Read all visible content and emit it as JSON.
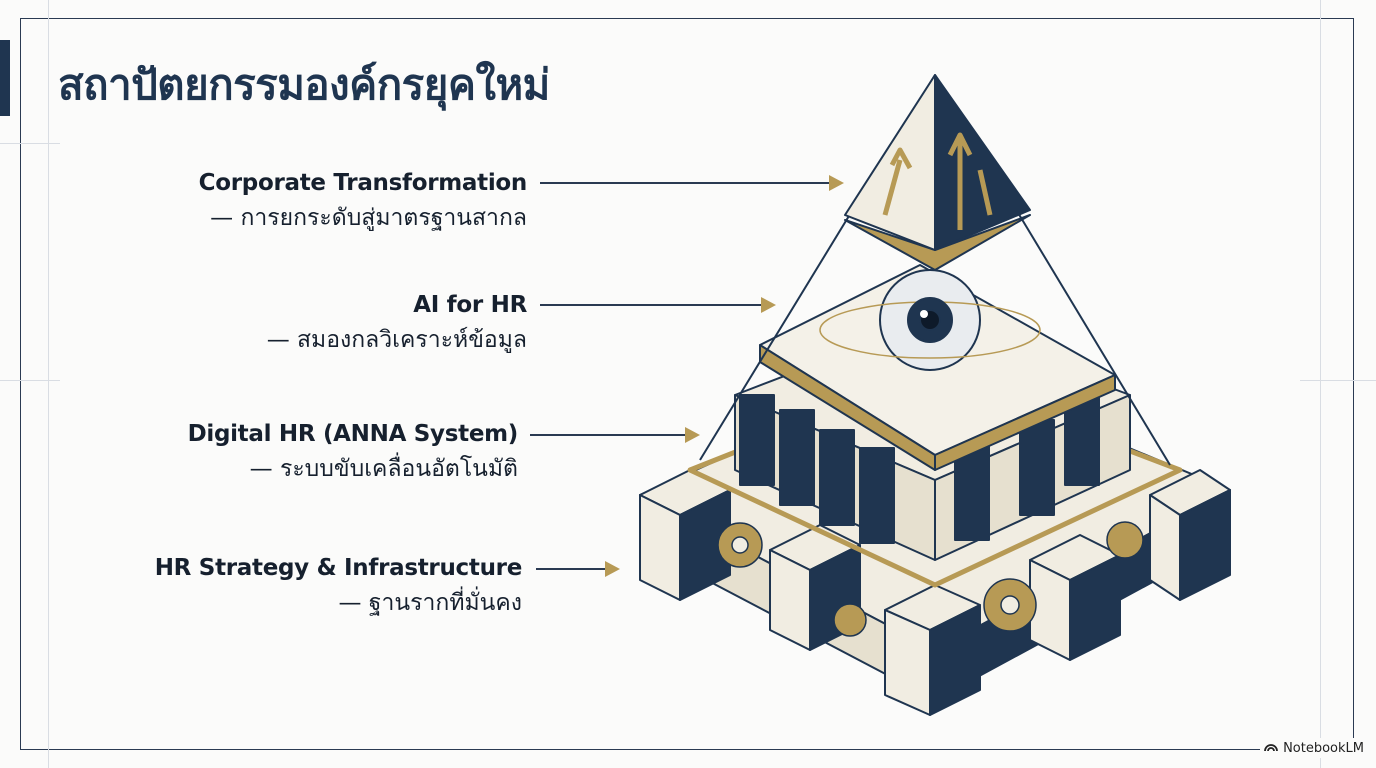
{
  "title": "สถาปัตยกรรมองค์กรยุคใหม่",
  "layers": [
    {
      "name": "Corporate Transformation",
      "description": "— การยกระดับสู่มาตรฐานสากล"
    },
    {
      "name": "AI for HR",
      "description": "— สมองกลวิเคราะห์ข้อมูล"
    },
    {
      "name": "Digital HR (ANNA System)",
      "description": "— ระบบขับเคลื่อนอัตโนมัติ"
    },
    {
      "name": "HR Strategy & Infrastructure",
      "description": "— ฐานรากที่มั่นคง"
    }
  ],
  "watermark": "NotebookLM",
  "colors": {
    "navy": "#1f3550",
    "gold": "#b79a55",
    "cream": "#f1ede2"
  }
}
